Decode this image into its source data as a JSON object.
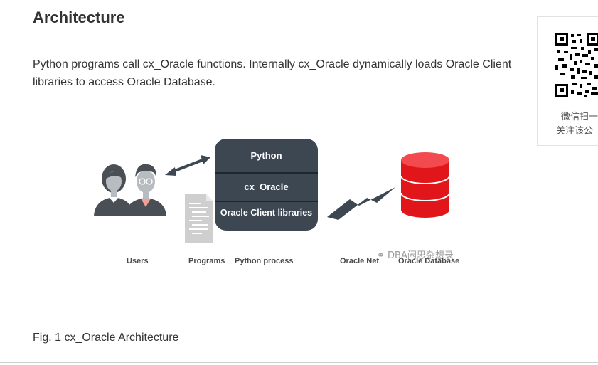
{
  "section": {
    "heading": "Architecture",
    "paragraph": "Python programs call cx_Oracle functions. Internally cx_Oracle dynamically loads Oracle Client libraries to access Oracle Database.",
    "caption": "Fig. 1 cx_Oracle Architecture"
  },
  "figure": {
    "box_layers": [
      "Python",
      "cx_Oracle",
      "Oracle Client libraries"
    ],
    "labels": {
      "users": "Users",
      "programs": "Programs",
      "python_process": "Python process",
      "oracle_net": "Oracle Net",
      "oracle_database": "Oracle Database"
    },
    "watermark": "DBA闲思杂想录",
    "colors": {
      "box": "#3d4752",
      "database": "#e0161b",
      "bolt": "#3d4752"
    }
  },
  "sidebar": {
    "qr_line1": "微信扫一",
    "qr_line2": "关注该公"
  }
}
